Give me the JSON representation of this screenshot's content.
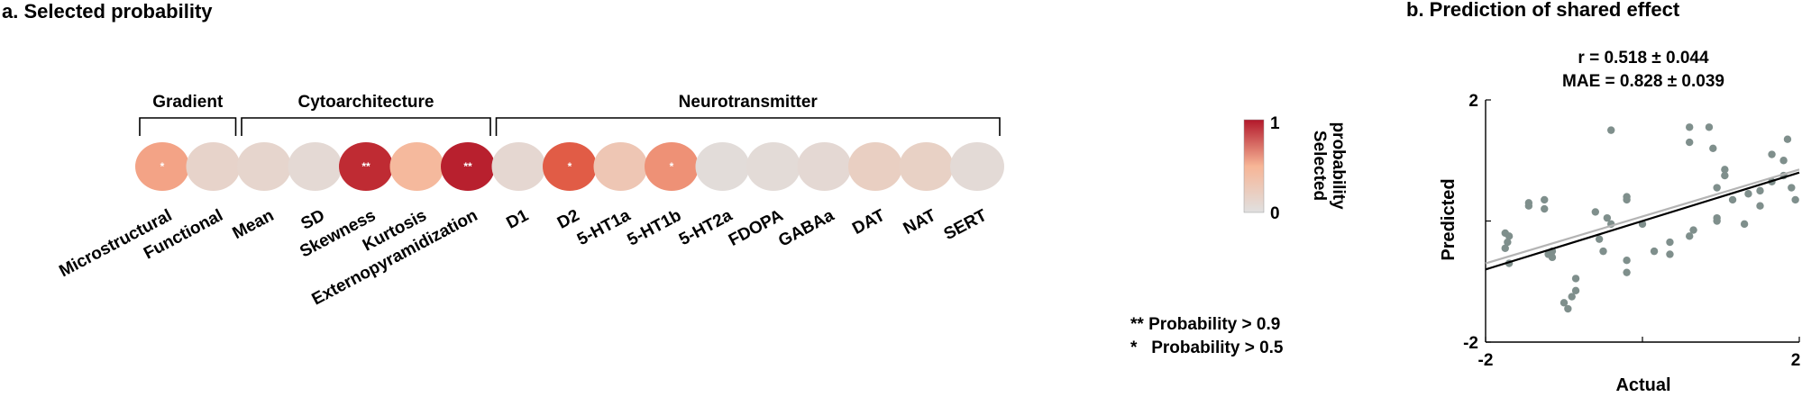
{
  "panel_a": {
    "title": "a. Selected probability",
    "groups": [
      {
        "label": "Gradient",
        "first": 0,
        "last": 1
      },
      {
        "label": "Cytoarchitecture",
        "first": 2,
        "last": 6
      },
      {
        "label": "Neurotransmitter",
        "first": 7,
        "last": 16
      }
    ],
    "colorbar": {
      "title_line1": "Selected",
      "title_line2": "probability",
      "max_label": "1",
      "min_label": "0",
      "color_low": "#e0e0e0",
      "color_mid": "#f7b596",
      "color_high": "#b2182b"
    },
    "legend": {
      "double_star": "** Probability > 0.9",
      "single_star": "*   Probability > 0.5"
    }
  },
  "chart_data": [
    {
      "type": "heatmap",
      "title": "a. Selected probability",
      "categories": [
        "Microstructural",
        "Functional",
        "Mean",
        "SD",
        "Skewness",
        "Kurtosis",
        "Externopyramidization",
        "D1",
        "D2",
        "5-HT1a",
        "5-HT1b",
        "5-HT2a",
        "FDOPA",
        "GABAa",
        "DAT",
        "NAT",
        "SERT"
      ],
      "values": [
        0.55,
        0.15,
        0.13,
        0.08,
        0.93,
        0.45,
        0.97,
        0.1,
        0.75,
        0.3,
        0.6,
        0.05,
        0.06,
        0.09,
        0.2,
        0.18,
        0.07
      ],
      "markers": [
        "*",
        "",
        "",
        "",
        "**",
        "",
        "**",
        "",
        "*",
        "",
        "*",
        "",
        "",
        "",
        "",
        "",
        ""
      ],
      "colorbar_label": "Selected probability",
      "range": [
        0,
        1
      ]
    },
    {
      "type": "scatter",
      "title": "b. Prediction of shared effect",
      "annotations": [
        "r = 0.518 ± 0.044",
        "MAE = 0.828 ± 0.039"
      ],
      "xlabel": "Actual",
      "ylabel": "Predicted",
      "xlim": [
        -2,
        2
      ],
      "ylim": [
        -2,
        2
      ],
      "xticks": [
        "-2",
        "2"
      ],
      "yticks": [
        "2",
        "-2"
      ],
      "points": [
        [
          -1.75,
          -0.2
        ],
        [
          -1.75,
          -0.45
        ],
        [
          -1.72,
          -0.35
        ],
        [
          -1.7,
          -0.25
        ],
        [
          -1.7,
          -0.7
        ],
        [
          -1.45,
          0.3
        ],
        [
          -1.45,
          0.25
        ],
        [
          -1.25,
          0.35
        ],
        [
          -1.25,
          0.2
        ],
        [
          -1.2,
          -0.55
        ],
        [
          -1.15,
          -0.6
        ],
        [
          -1.15,
          -0.5
        ],
        [
          -1.0,
          -1.35
        ],
        [
          -0.95,
          -1.45
        ],
        [
          -0.9,
          -1.25
        ],
        [
          -0.85,
          -1.15
        ],
        [
          -0.85,
          -0.95
        ],
        [
          -0.6,
          0.15
        ],
        [
          -0.55,
          -0.3
        ],
        [
          -0.5,
          -0.5
        ],
        [
          -0.45,
          0.05
        ],
        [
          -0.4,
          -0.05
        ],
        [
          -0.4,
          1.5
        ],
        [
          -0.2,
          0.4
        ],
        [
          -0.2,
          0.35
        ],
        [
          -0.2,
          -0.85
        ],
        [
          -0.2,
          -0.65
        ],
        [
          0.0,
          -0.05
        ],
        [
          0.15,
          -0.5
        ],
        [
          0.35,
          -0.55
        ],
        [
          0.35,
          -0.35
        ],
        [
          0.6,
          1.55
        ],
        [
          0.6,
          1.3
        ],
        [
          0.6,
          -0.25
        ],
        [
          0.65,
          -0.15
        ],
        [
          0.85,
          1.55
        ],
        [
          0.9,
          1.2
        ],
        [
          0.95,
          0.55
        ],
        [
          0.95,
          0.05
        ],
        [
          0.95,
          0.0
        ],
        [
          1.05,
          0.85
        ],
        [
          1.05,
          0.75
        ],
        [
          1.3,
          -0.05
        ],
        [
          1.5,
          0.5
        ],
        [
          1.5,
          0.25
        ],
        [
          1.65,
          1.1
        ],
        [
          1.65,
          0.65
        ],
        [
          1.8,
          1.0
        ],
        [
          1.8,
          0.75
        ],
        [
          1.85,
          1.35
        ],
        [
          1.9,
          0.55
        ],
        [
          1.95,
          0.35
        ],
        [
          1.35,
          0.45
        ],
        [
          1.15,
          0.35
        ]
      ],
      "fit_line": {
        "x": [
          -2,
          2
        ],
        "y": [
          -0.8,
          0.8
        ]
      },
      "null_line": {
        "x": [
          -2,
          2
        ],
        "y": [
          -0.7,
          0.85
        ]
      },
      "point_color": "#7f8f8c",
      "fit_color": "#000000",
      "null_color": "#b4b4b4"
    }
  ],
  "panel_b": {
    "title": "b. Prediction of shared effect"
  }
}
